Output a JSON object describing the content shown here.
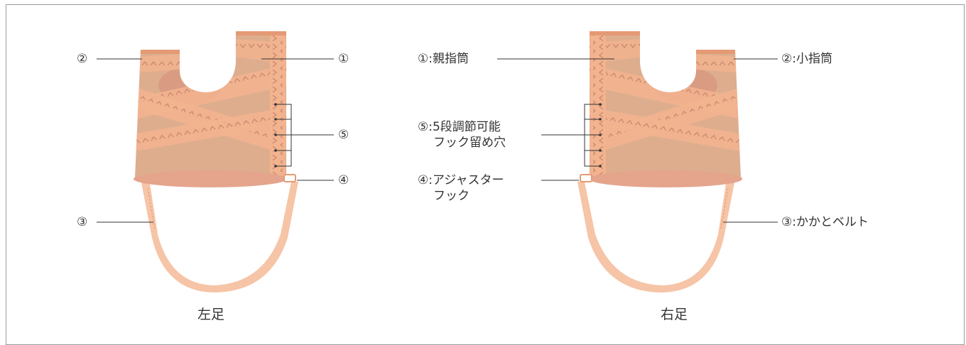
{
  "colors": {
    "body": "#DDAD8E",
    "band": "#F2B38F",
    "band_dark": "#E49A74",
    "zigzag": "#C9856A",
    "hole": "#D99C82",
    "bottom": "#E5A48C",
    "strap": "#F6C4A6",
    "line": "#333333"
  },
  "left_foot": {
    "caption": "左足",
    "labels": {
      "thumb": "①",
      "little": "②",
      "heel": "③",
      "hook": "④",
      "holes": "⑤"
    }
  },
  "right_foot": {
    "caption": "右足",
    "labels": {
      "thumb": "①:親指筒",
      "little": "②:小指筒",
      "heel": "③:かかとベルト",
      "hook_line1": "④:アジャスター",
      "hook_line2": "フック",
      "holes_line1": "⑤:5段調節可能",
      "holes_line2": "フック留め穴"
    }
  }
}
